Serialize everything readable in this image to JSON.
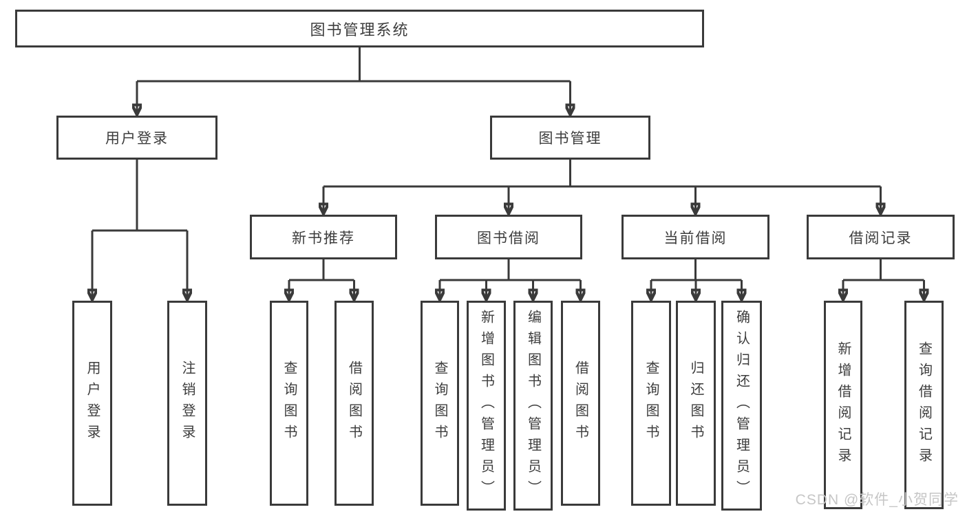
{
  "diagram": {
    "root_label": "图书管理系统",
    "level2": [
      {
        "label": "用户登录",
        "children": [
          {
            "label": "用户登录"
          },
          {
            "label": "注销登录"
          }
        ]
      },
      {
        "label": "图书管理",
        "children": [
          {
            "label": "新书推荐",
            "children": [
              {
                "label": "查询图书"
              },
              {
                "label": "借阅图书"
              }
            ]
          },
          {
            "label": "图书借阅",
            "children": [
              {
                "label": "查询图书"
              },
              {
                "label": "新增图书（管理员）"
              },
              {
                "label": "编辑图书（管理员）"
              },
              {
                "label": "借阅图书"
              }
            ]
          },
          {
            "label": "当前借阅",
            "children": [
              {
                "label": "查询图书"
              },
              {
                "label": "归还图书"
              },
              {
                "label": "确认归还（管理员）"
              }
            ]
          },
          {
            "label": "借阅记录",
            "children": [
              {
                "label": "新增借阅记录"
              },
              {
                "label": "查询借阅记录"
              }
            ]
          }
        ]
      }
    ]
  },
  "watermark": {
    "text": "CSDN @软件_小贺同学"
  },
  "colors": {
    "line": "#3a3a3a",
    "text": "#3d3d3d",
    "background": "#ffffff",
    "box_fill": "#ffffff",
    "watermark": "#c6c6c6"
  }
}
